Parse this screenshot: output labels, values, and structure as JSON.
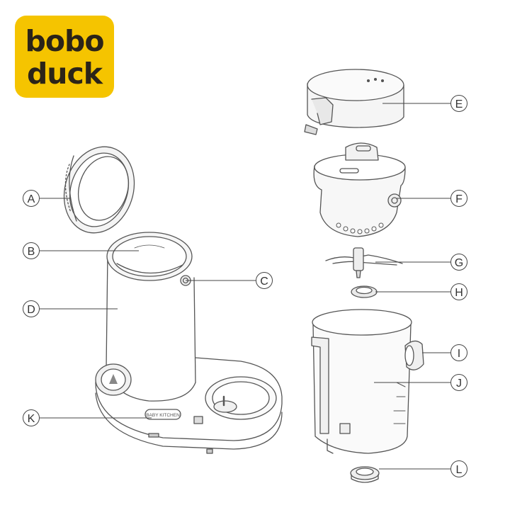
{
  "logo": {
    "line1": "bobo",
    "line2": "duck",
    "color": "#f5c400",
    "text_color": "#2b2418"
  },
  "embossed_text": "BABY KITCHEN",
  "jar_marks": [
    "",
    "",
    ""
  ],
  "callouts": [
    {
      "id": "A",
      "letter": "A"
    },
    {
      "id": "B",
      "letter": "B"
    },
    {
      "id": "C",
      "letter": "C"
    },
    {
      "id": "D",
      "letter": "D"
    },
    {
      "id": "E",
      "letter": "E"
    },
    {
      "id": "F",
      "letter": "F"
    },
    {
      "id": "G",
      "letter": "G"
    },
    {
      "id": "H",
      "letter": "H"
    },
    {
      "id": "I",
      "letter": "I"
    },
    {
      "id": "J",
      "letter": "J"
    },
    {
      "id": "K",
      "letter": "K"
    },
    {
      "id": "L",
      "letter": "L"
    }
  ]
}
